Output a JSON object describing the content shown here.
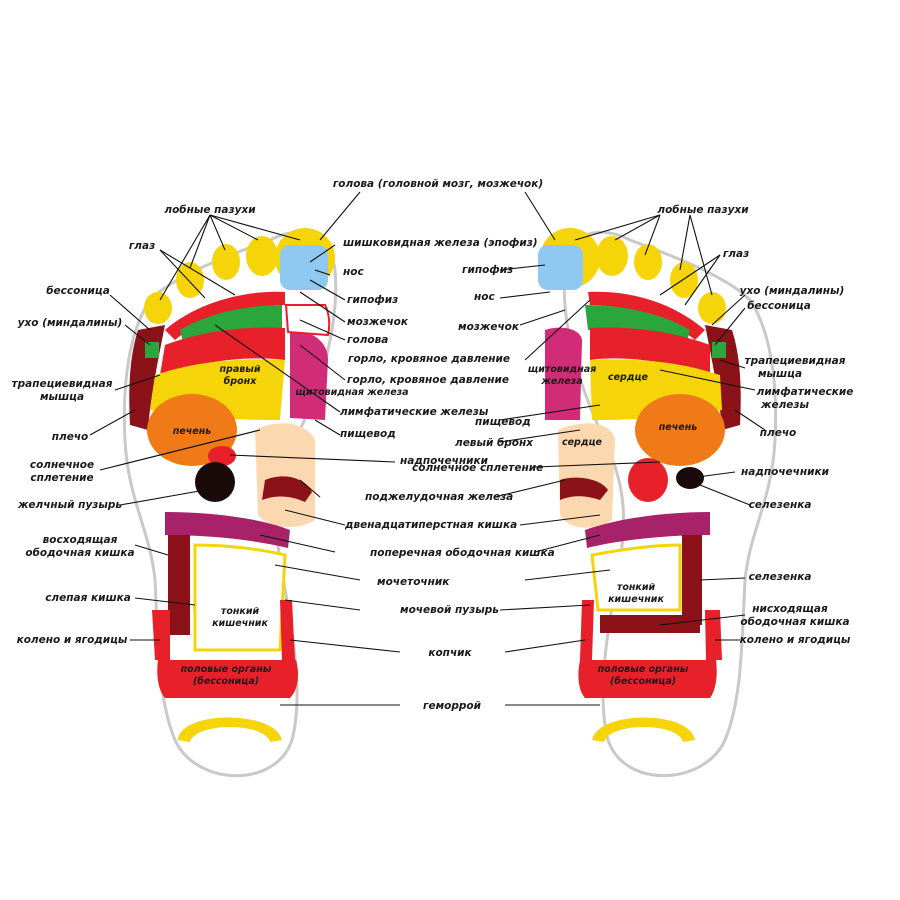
{
  "labels": {
    "top_center": "голова (головной мозг, мозжечок)",
    "left": {
      "sinuses": "лобные пазухи",
      "eye": "глаз",
      "insomnia": "бессоница",
      "ear": "ухо (миндалины)",
      "trapezius_1": "трапециевидная",
      "trapezius_2": "мышца",
      "shoulder": "плечо",
      "solar_1": "солнечное",
      "solar_2": "сплетение",
      "gallbladder": "желчный пузырь",
      "ascending_1": "восходящая",
      "ascending_2": "ободочная кишка",
      "cecum": "слепая кишка",
      "knee": "колено и ягодицы"
    },
    "right": {
      "sinuses": "лобные пазухи",
      "eye": "глаз",
      "ear": "ухо (миндалины)",
      "insomnia": "бессоница",
      "trapezius_1": "трапециевидная",
      "trapezius_2": "мышца",
      "lymph_1": "лимфатические",
      "lymph_2": "железы",
      "shoulder": "плечо",
      "adrenal": "надпочечники",
      "spleen": "селезенка",
      "spleen2": "селезенка",
      "descending_1": "нисходящая",
      "descending_2": "ободочная кишка",
      "knee": "колено и ягодицы",
      "pituitary": "гипофиз",
      "nose": "нос",
      "cerebellum": "мозжечок"
    },
    "center": {
      "pineal": "шишковидная железа (эпофиз)",
      "nose": "нос",
      "pituitary": "гипофиз",
      "cerebellum": "мозжечок",
      "head": "голова",
      "throat_left": "горло, кровяное давление",
      "throat_right": "горло, кровяное давление",
      "lymph": "лимфатические железы",
      "esophagus_left": "пищевод",
      "esophagus_right": "пищевод",
      "left_bronchus": "левый бронх",
      "adrenal": "надпочечники",
      "solar": "солнечное сплетение",
      "pancreas": "поджелудочная железа",
      "duodenum": "двенадцатиперстная кишка",
      "transverse": "поперечная ободочная кишка",
      "ureter": "мочеточник",
      "bladder": "мочевой пузырь",
      "coccyx": "копчик",
      "hemorrhoids": "геморрой"
    },
    "inner": {
      "right_bronchus_1": "правый",
      "right_bronchus_2": "бронх",
      "thyroid_l_1": "щитовидная железа",
      "liver_l": "печень",
      "small_int_l_1": "тонкий",
      "small_int_l_2": "кишечник",
      "genital_l_1": "половые органы",
      "genital_l_2": "(бессоница)",
      "thyroid_r_1": "щитовидная",
      "thyroid_r_2": "железа",
      "heart_1": "сердце",
      "heart_2": "сердце",
      "liver_r": "печень",
      "small_int_r_1": "тонкий",
      "small_int_r_2": "кишечник",
      "genital_r_1": "половые органы",
      "genital_r_2": "(бессоница)"
    }
  },
  "colors": {
    "yellow": "#f6d40a",
    "red": "#e8202a",
    "dark_red": "#8a1218",
    "green": "#2aa63c",
    "blue": "#8fc8f0",
    "orange": "#f07a18",
    "magenta": "#d02c78",
    "purple": "#a8226a",
    "peach": "#fbd8b0",
    "black": "#1a0a0a"
  }
}
